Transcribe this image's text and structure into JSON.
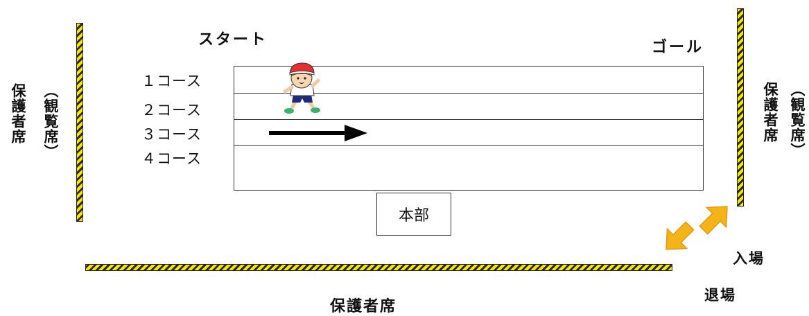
{
  "labels": {
    "start": "スタート",
    "goal": "ゴール",
    "headquarters": "本部",
    "entry": "入場",
    "exit": "退場",
    "bottom_seats": "保護者席"
  },
  "left_seats": {
    "main": "保護者席",
    "paren": "（観覧席）"
  },
  "right_seats": {
    "main": "保護者席",
    "paren": "（観覧席）"
  },
  "lanes": [
    "１コース",
    "２コース",
    "３コース",
    "４コース"
  ],
  "colors": {
    "barrier_yellow": "#f7e600",
    "barrier_black": "#2a2a2a",
    "arrow_orange": "#f5b31a",
    "cap_red": "#e53030"
  },
  "icons": [
    "runner-child-illustration",
    "direction-arrow-icon",
    "entry-arrow-icon",
    "exit-arrow-icon"
  ]
}
